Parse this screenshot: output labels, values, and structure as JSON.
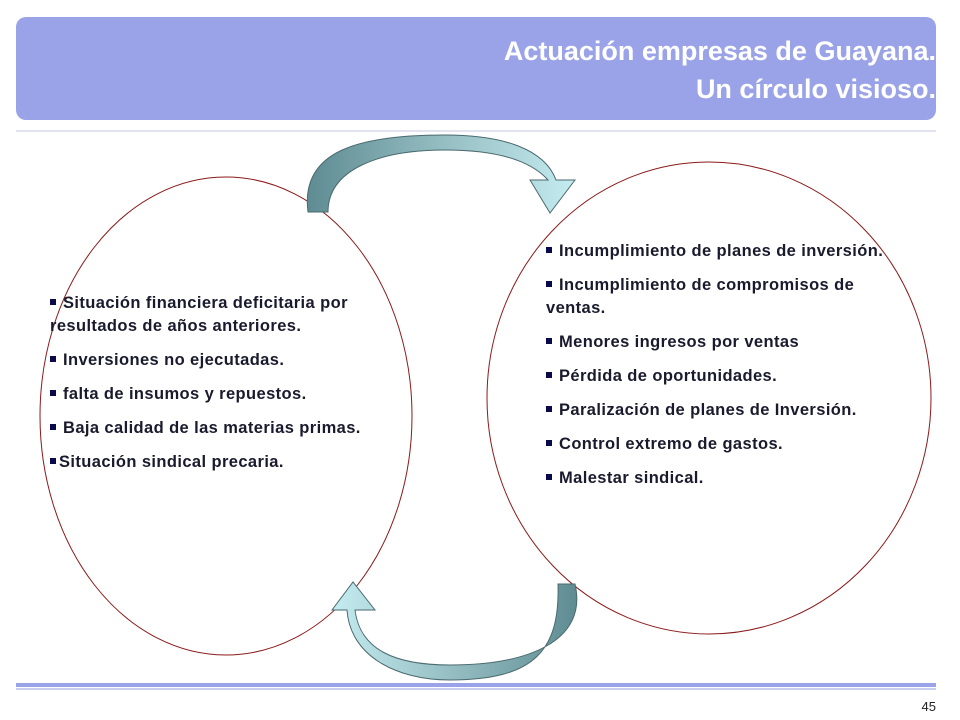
{
  "slide": {
    "title_line1": "Actuación empresas de Guayana.",
    "title_line2": "Un círculo visioso.",
    "page_number": "45"
  },
  "colors": {
    "title_bar": "#9ba3e8",
    "ellipse_stroke": "#8b1a1a",
    "arrow_fill_light": "#b7e0e5",
    "arrow_fill_dark": "#6f9aa0",
    "text": "#1a1a2e"
  },
  "left_circle": {
    "items": [
      "Situación financiera deficitaria por resultados de años anteriores.",
      "Inversiones no ejecutadas.",
      "falta de insumos y repuestos.",
      "Baja calidad de las materias primas.",
      "Situación sindical precaria."
    ]
  },
  "right_circle": {
    "items": [
      "Incumplimiento de planes de inversión.",
      "Incumplimiento de compromisos de ventas.",
      "Menores ingresos por ventas",
      "Pérdida de oportunidades.",
      "Paralización de planes de Inversión.",
      "Control extremo de gastos.",
      "Malestar sindical."
    ]
  }
}
